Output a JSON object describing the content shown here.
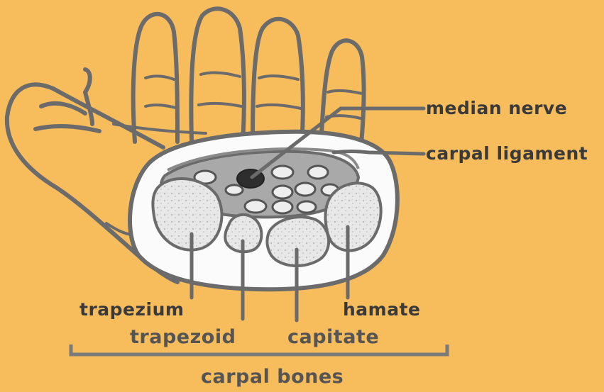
{
  "labels": {
    "median_nerve": "median nerve",
    "carpal_ligament": "carpal ligament",
    "trapezium": "trapezium",
    "trapezoid": "trapezoid",
    "capitate": "capitate",
    "hamate": "hamate",
    "carpal_bones": "carpal bones"
  },
  "colors": {
    "background": "#f7bd5c",
    "outline": "#6b6b6b",
    "bone_fill": "#e4e4e4",
    "tunnel_fill": "#a9a9a9",
    "nerve_fill": "#2e2e2e",
    "label_text": "#3a3a3a"
  }
}
